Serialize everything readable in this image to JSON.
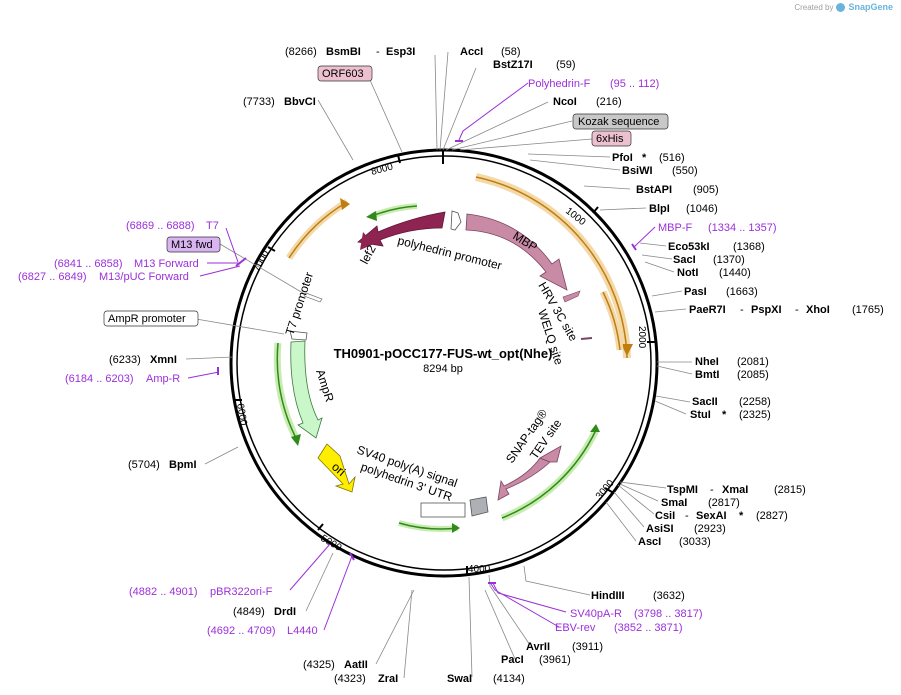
{
  "credit": {
    "prefix": "Created by",
    "brand": "SnapGene"
  },
  "plasmid": {
    "name": "TH0901-pOCC177-FUS-wt_opt(Nhe)",
    "size": "8294 bp"
  },
  "ticks": [
    "1000",
    "2000",
    "3000",
    "4000",
    "5000",
    "6000",
    "7000",
    "8000"
  ],
  "sites": [
    {
      "id": "s-accI",
      "name": "AccI",
      "pos": "(58)"
    },
    {
      "id": "s-bstz17i",
      "name": "BstZ17I",
      "pos": "(59)"
    },
    {
      "id": "s-ncoi",
      "name": "NcoI",
      "pos": "(216)"
    },
    {
      "id": "s-pfoi",
      "name": "PfoI",
      "star": "*",
      "pos": "(516)"
    },
    {
      "id": "s-bsiwi",
      "name": "BsiWI",
      "pos": "(550)"
    },
    {
      "id": "s-bstapi",
      "name": "BstAPI",
      "pos": "(905)"
    },
    {
      "id": "s-blpi",
      "name": "BlpI",
      "pos": "(1046)"
    },
    {
      "id": "s-eco53ki",
      "name": "Eco53kI",
      "pos": "(1368)"
    },
    {
      "id": "s-saci",
      "name": "SacI",
      "pos": "(1370)"
    },
    {
      "id": "s-noti",
      "name": "NotI",
      "pos": "(1440)"
    },
    {
      "id": "s-pasi",
      "name": "PasI",
      "pos": "(1663)"
    },
    {
      "id": "s-paer7i",
      "name": "PaeR7I",
      "name2": "PspXI",
      "name3": "XhoI",
      "pos": "(1765)"
    },
    {
      "id": "s-nhei",
      "name": "NheI",
      "pos": "(2081)"
    },
    {
      "id": "s-bmti",
      "name": "BmtI",
      "pos": "(2085)"
    },
    {
      "id": "s-sacii",
      "name": "SacII",
      "pos": "(2258)"
    },
    {
      "id": "s-stui",
      "name": "StuI",
      "star": "*",
      "pos": "(2325)"
    },
    {
      "id": "s-tspmi",
      "name": "TspMI",
      "name2": "XmaI",
      "pos": "(2815)"
    },
    {
      "id": "s-smai",
      "name": "SmaI",
      "pos": "(2817)"
    },
    {
      "id": "s-csii",
      "name": "CsiI",
      "name2": "SexAI",
      "star": "*",
      "pos": "(2827)"
    },
    {
      "id": "s-asisi",
      "name": "AsiSI",
      "pos": "(2923)"
    },
    {
      "id": "s-asci",
      "name": "AscI",
      "pos": "(3033)"
    },
    {
      "id": "s-hindiii",
      "name": "HindIII",
      "pos": "(3632)"
    },
    {
      "id": "s-avrii",
      "name": "AvrII",
      "pos": "(3911)"
    },
    {
      "id": "s-paci",
      "name": "PacI",
      "pos": "(3961)"
    },
    {
      "id": "s-swai",
      "name": "SwaI",
      "pos": "(4134)"
    },
    {
      "id": "s-zrai",
      "name": "ZraI",
      "pos": "(4323)"
    },
    {
      "id": "s-aatii",
      "name": "AatII",
      "pos": "(4325)"
    },
    {
      "id": "s-drdi",
      "name": "DrdI",
      "pos": "(4849)"
    },
    {
      "id": "s-bpmi",
      "name": "BpmI",
      "pos": "(5704)"
    },
    {
      "id": "s-xmni",
      "name": "XmnI",
      "pos": "(6233)"
    },
    {
      "id": "s-bbvci",
      "name": "BbvCI",
      "pos": "(7733)"
    },
    {
      "id": "s-bsmbi",
      "name": "BsmBI",
      "name2": "Esp3I",
      "pos": "(8266)"
    }
  ],
  "primers": [
    {
      "id": "p-polyF",
      "name": "Polyhedrin-F",
      "range": "(95 .. 112)"
    },
    {
      "id": "p-mbpF",
      "name": "MBP-F",
      "range": "(1334 .. 1357)"
    },
    {
      "id": "p-sv40paR",
      "name": "SV40pA-R",
      "range": "(3798 .. 3817)"
    },
    {
      "id": "p-ebvrev",
      "name": "EBV-rev",
      "range": "(3852 .. 3871)"
    },
    {
      "id": "p-pbr",
      "name": "pBR322ori-F",
      "range": "(4882 .. 4901)"
    },
    {
      "id": "p-l4440",
      "name": "L4440",
      "range": "(4692 .. 4709)"
    },
    {
      "id": "p-amp",
      "name": "Amp-R",
      "range": "(6184 .. 6203)"
    },
    {
      "id": "p-t7",
      "name": "T7",
      "range": "(6869 .. 6888)"
    },
    {
      "id": "p-m13f",
      "name": "M13 Forward",
      "range": "(6841 .. 6858)"
    },
    {
      "id": "p-m13puc",
      "name": "M13/pUC Forward",
      "range": "(6827 .. 6849)"
    }
  ],
  "boxed_labels": [
    {
      "id": "b-orf603",
      "text": "ORF603"
    },
    {
      "id": "b-kozak",
      "text": "Kozak sequence"
    },
    {
      "id": "b-6xhis",
      "text": "6xHis"
    },
    {
      "id": "b-m13fwd",
      "text": "M13 fwd"
    },
    {
      "id": "b-ampprom",
      "text": "AmpR promoter"
    }
  ],
  "features": [
    {
      "id": "f-lef2",
      "text": "lef2"
    },
    {
      "id": "f-polyprom",
      "text": "polyhedrin promoter"
    },
    {
      "id": "f-mbp",
      "text": "MBP"
    },
    {
      "id": "f-hrv",
      "text": "HRV 3C site"
    },
    {
      "id": "f-welq",
      "text": "WELQ site"
    },
    {
      "id": "f-t7prom",
      "text": "T7 promoter"
    },
    {
      "id": "f-ampr",
      "text": "AmpR"
    },
    {
      "id": "f-ori",
      "text": "ori"
    },
    {
      "id": "f-sv40",
      "text": "SV40 poly(A) signal"
    },
    {
      "id": "f-poly3utr",
      "text": "polyhedrin 3' UTR"
    },
    {
      "id": "f-snap",
      "text": "SNAP-tag®"
    },
    {
      "id": "f-tev",
      "text": "TEV site"
    }
  ],
  "colors": {
    "backbone": "#000000",
    "enzyme_text": "#000000",
    "primer": "#9b30d9",
    "orf_fill": "#f3d9a8",
    "orf_stroke": "#e0a040",
    "orf_arrow": "#c07d10",
    "green_fill": "#c8ecb0",
    "green_arrow": "#2f8a1a",
    "lef2": "#8f2352",
    "mbp": "#c98aa6",
    "ampr": "#c9f7c9",
    "ori": "#ffee00",
    "terminator": "#aeb0b6",
    "boxed_pink": "#ecc0cf",
    "boxed_gray": "#c8c8c8",
    "boxed_violet": "#d8b4f0"
  }
}
